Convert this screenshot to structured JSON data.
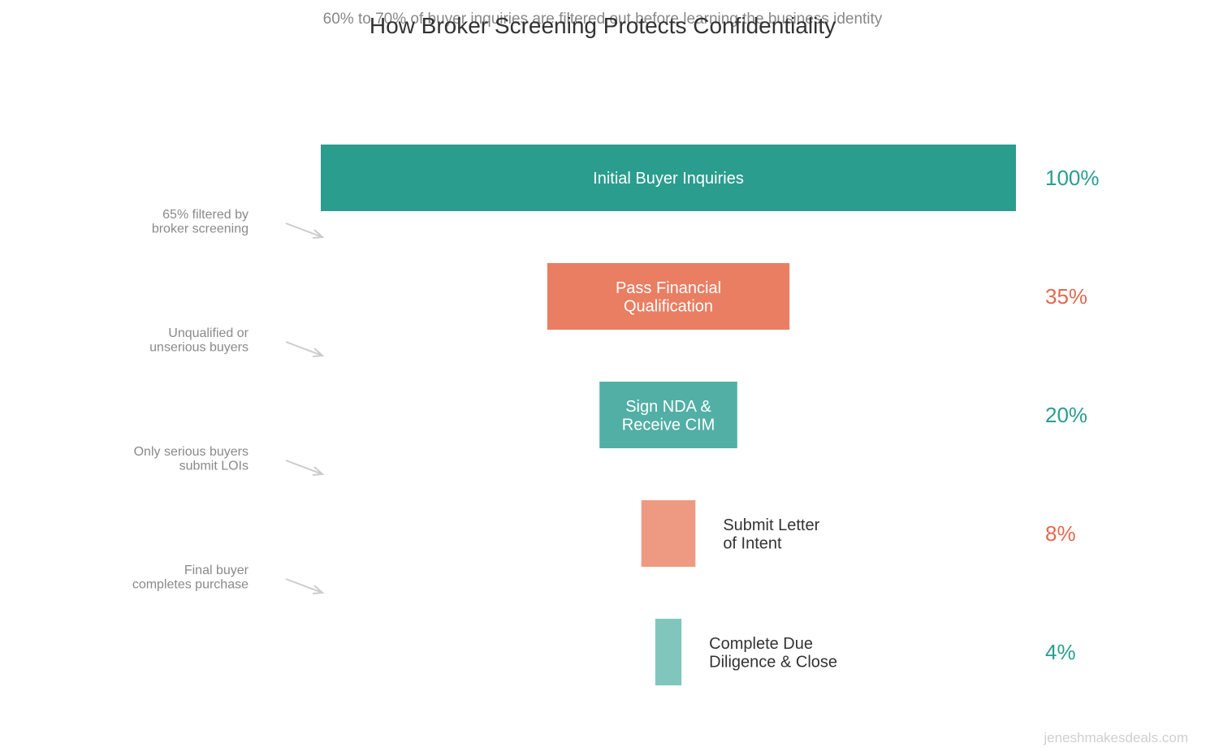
{
  "chart_data": {
    "type": "bar",
    "title": "How Broker Screening Protects Confidentiality",
    "subtitle": "60% to 70% of buyer inquiries are filtered out before learning the business identity",
    "categories": [
      "Initial Buyer Inquiries",
      "Pass Financial Qualification",
      "Sign NDA & Receive CIM",
      "Submit Letter of Intent",
      "Complete Due Diligence & Close"
    ],
    "values": [
      100,
      35,
      20,
      8,
      4
    ],
    "value_unit": "%",
    "stage_labels": [
      [
        "Initial Buyer Inquiries"
      ],
      [
        "Pass Financial",
        "Qualification"
      ],
      [
        "Sign NDA &",
        "Receive CIM"
      ],
      [
        "Submit Letter",
        "of Intent"
      ],
      [
        "Complete Due",
        "Diligence & Close"
      ]
    ],
    "value_labels": [
      "100%",
      "35%",
      "20%",
      "8%",
      "4%"
    ],
    "annotations": [
      [
        "65% filtered by",
        "broker screening"
      ],
      [
        "Unqualified or",
        "unserious buyers"
      ],
      [
        "Only serious buyers",
        "submit LOIs"
      ],
      [
        "Final buyer",
        "completes purchase"
      ]
    ],
    "colors": [
      "#2a9d8f",
      "#e97e63",
      "#52afa5",
      "#ee9a82",
      "#80c6bc"
    ],
    "value_label_colors": [
      "#2a9d8f",
      "#e1694f",
      "#2a9d8f",
      "#e1694f",
      "#2a9d8f"
    ],
    "annotation_color": "#8a8a8a",
    "arrow_color": "#cccccc",
    "title_color": "#333333",
    "subtitle_color": "#888888",
    "inside_label_color": "#ffffff",
    "outside_label_color": "#333333",
    "grid": false,
    "legend": "none"
  },
  "watermark": {
    "text": "jeneshmakesdeals.com",
    "color": "#cfcfcf"
  }
}
